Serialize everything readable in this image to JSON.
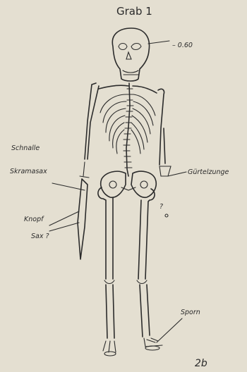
{
  "title": "Grab 1",
  "figure_number": "2b",
  "labels": {
    "depth": "– 0.60",
    "schnalle": "Schnalle",
    "skramasax": "Skramasax",
    "guertelzunge": "Gürtelzunge",
    "knopf": "Knopf",
    "sax": "Sax ?",
    "question": "?",
    "sporn": "Sporn"
  },
  "colors": {
    "paper": "#e4dfd1",
    "ink": "#2b2b2b"
  }
}
